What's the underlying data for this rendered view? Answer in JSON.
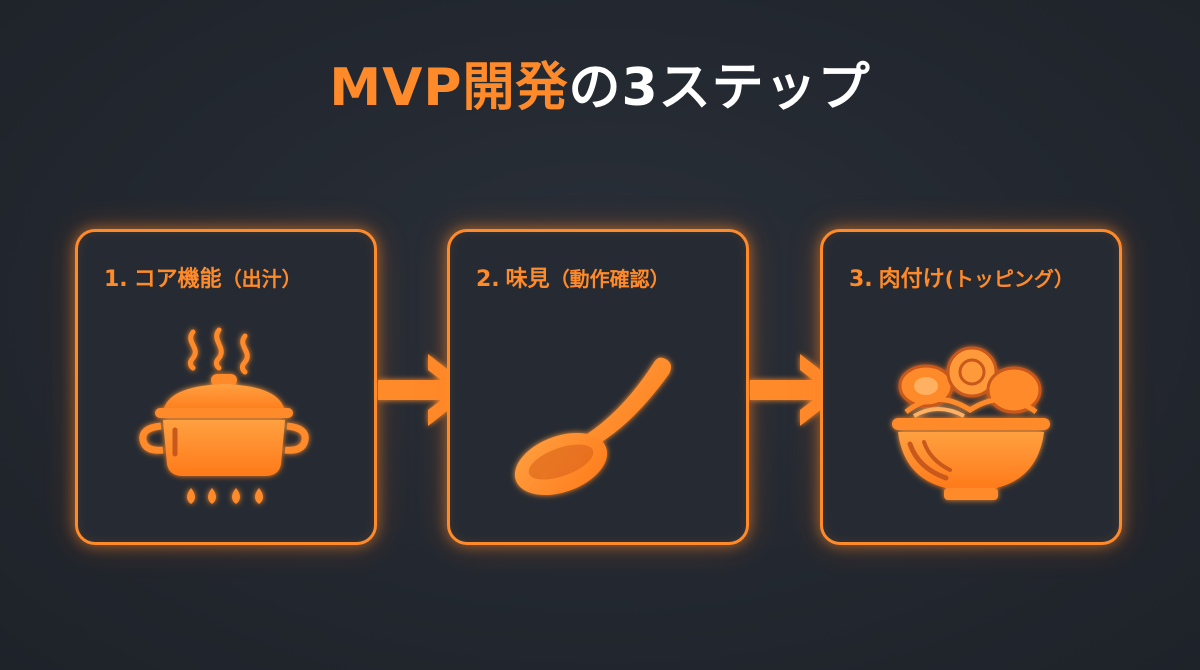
{
  "title": {
    "accent": "MVP開発",
    "plain": "の3ステップ"
  },
  "steps": [
    {
      "number": "1.",
      "label": "コア機能",
      "sub": "（出汁）",
      "icon": "cooking-pot-icon"
    },
    {
      "number": "2.",
      "label": "味見",
      "sub": "（動作確認）",
      "icon": "spoon-icon"
    },
    {
      "number": "3.",
      "label": "肉付け",
      "sub": "(トッピング）",
      "icon": "ramen-bowl-icon"
    }
  ],
  "colors": {
    "accent": "#ff8a2a",
    "background": "#22272f",
    "card": "#262b33",
    "title_plain": "#ffffff"
  }
}
